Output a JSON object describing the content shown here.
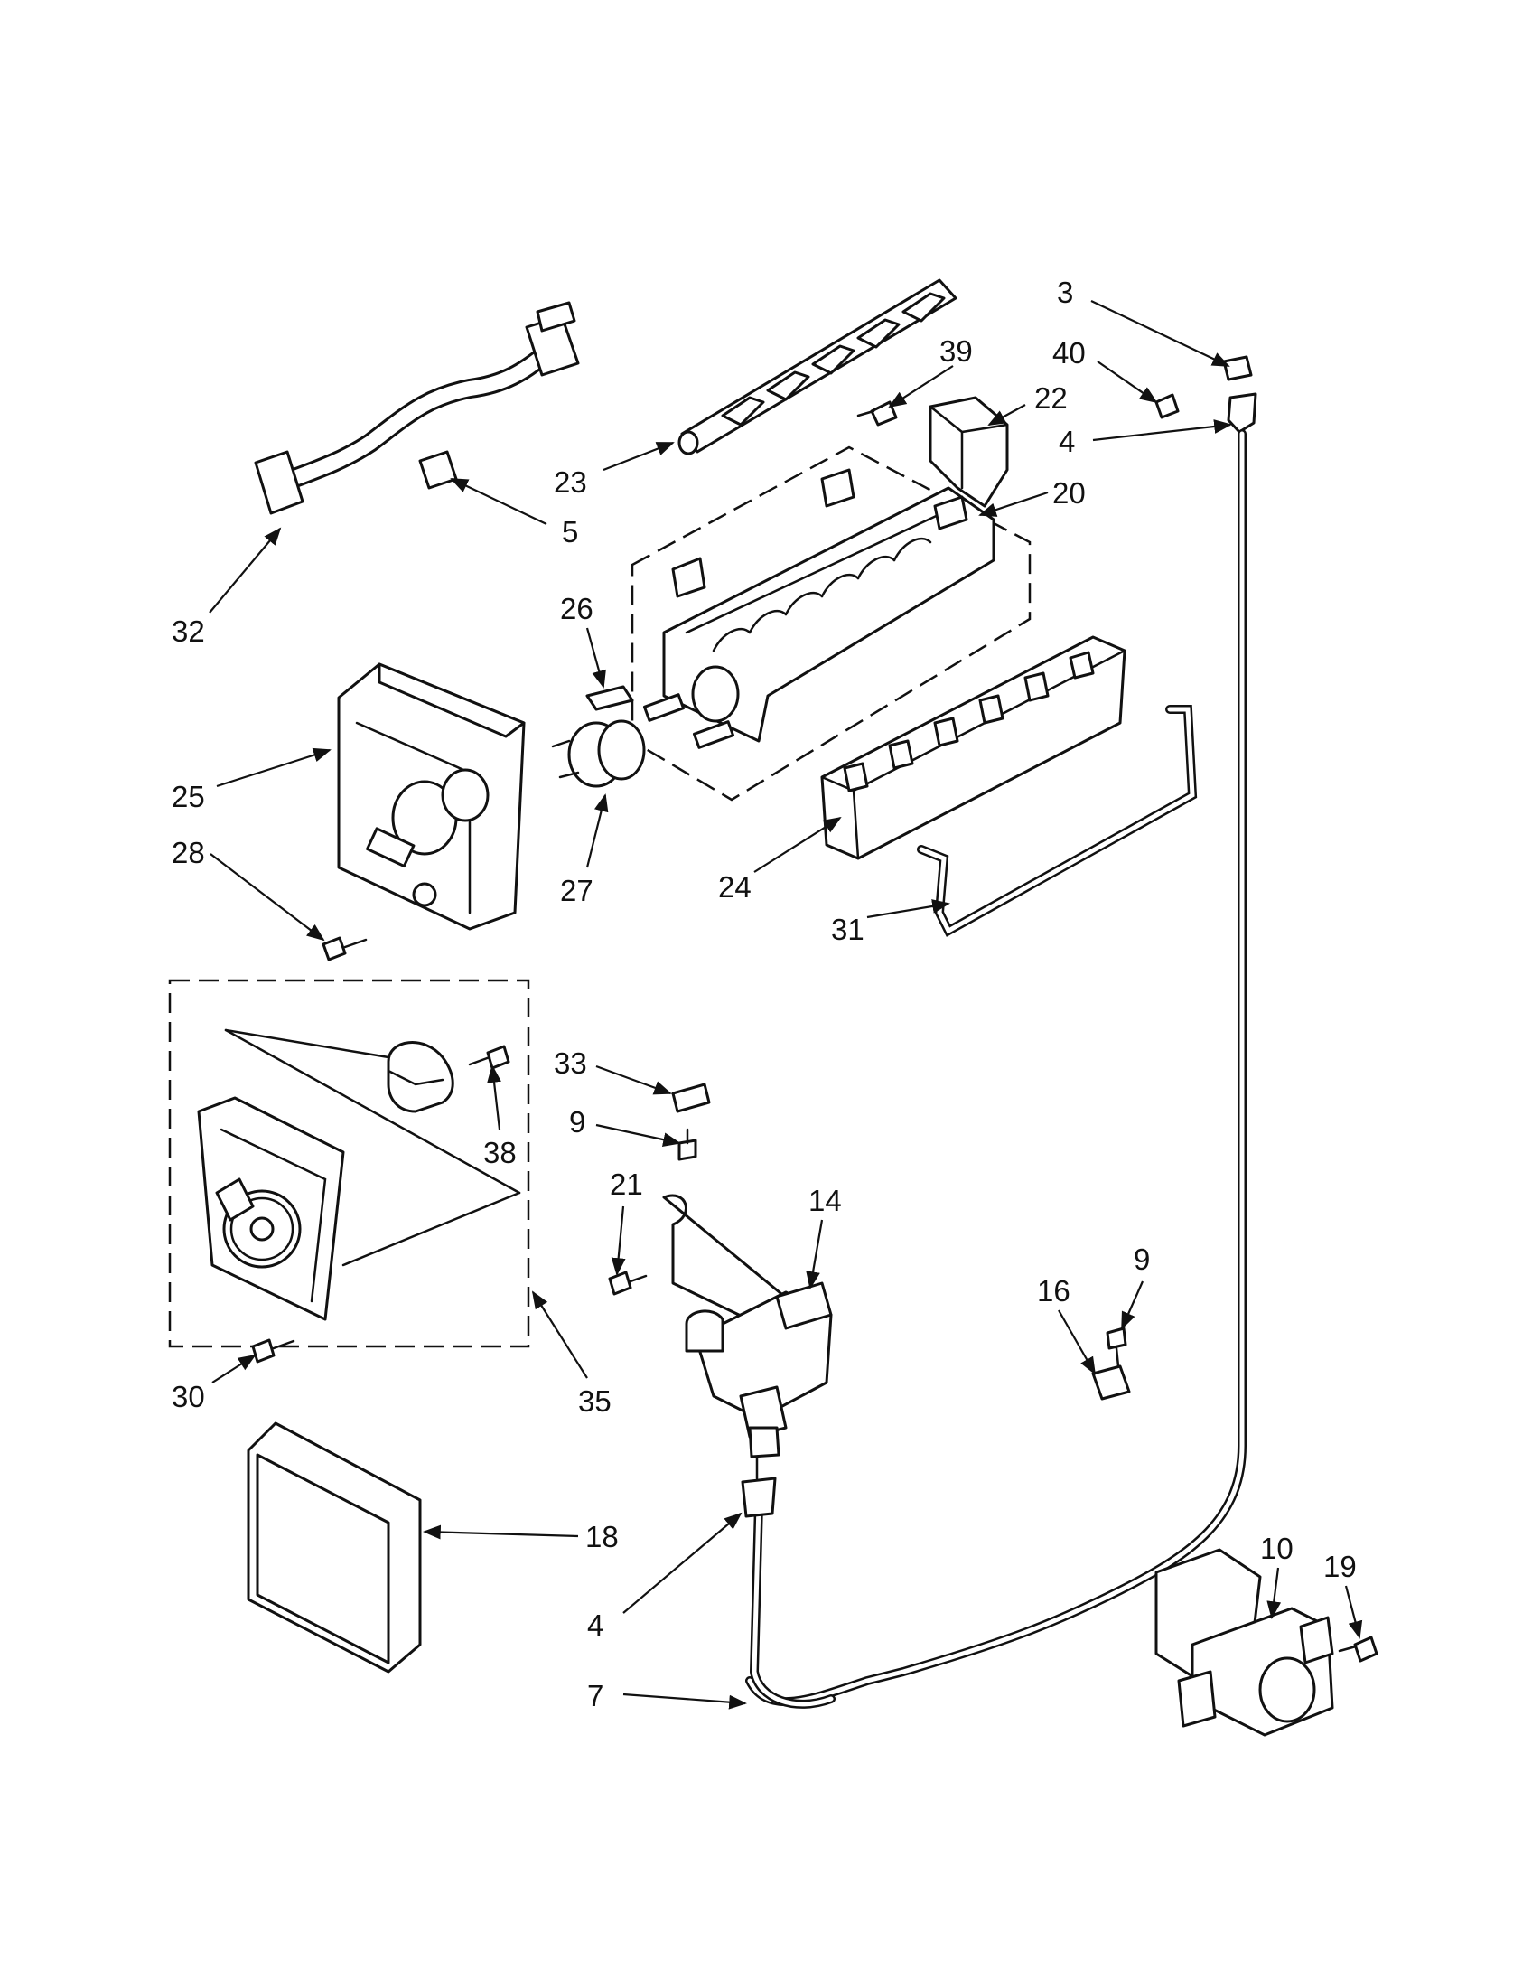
{
  "callouts": {
    "c3": "3",
    "c40": "40",
    "c39": "39",
    "c22": "22",
    "c4a": "4",
    "c23": "23",
    "c20": "20",
    "c5": "5",
    "c32": "32",
    "c26": "26",
    "c25": "25",
    "c28": "28",
    "c27": "27",
    "c24": "24",
    "c31": "31",
    "c33": "33",
    "c9a": "9",
    "c38": "38",
    "c21": "21",
    "c14": "14",
    "c9b": "9",
    "c16": "16",
    "c30": "30",
    "c35": "35",
    "c18": "18",
    "c10": "10",
    "c19": "19",
    "c4b": "4",
    "c7": "7"
  }
}
